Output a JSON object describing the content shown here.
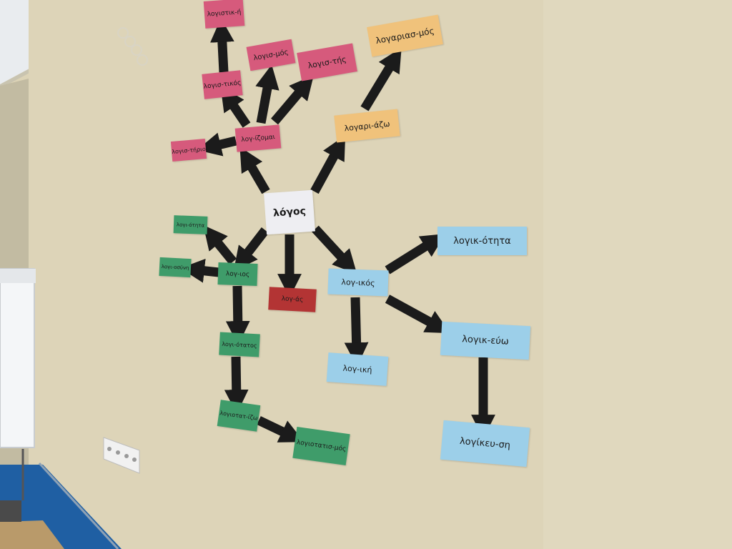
{
  "colors": {
    "wall": "#dcd3b6",
    "arrow": "#1b1b1b",
    "pink_card": "#d65a7c",
    "orange_card": "#f0c27b",
    "center_card": "#eeeef2",
    "green_card": "#3f9c6a",
    "red_card": "#b33434",
    "blue_card": "#9ccfe9",
    "floor": "#1f5fa3"
  },
  "cards": {
    "center": "λόγος",
    "pink_top": "λογιστικ-ή",
    "pink_tikos": "λογισ-τικός",
    "pink_mos": "λογισ-μός",
    "pink_tis": "λογισ-τής",
    "pink_izomai": "λογ-ίζομαι",
    "pink_tirio": "λογισ-τήριο",
    "orange_mos": "λογαριασ-μός",
    "orange_azo": "λογαρι-άζω",
    "green_otita": "λογι-ότητα",
    "green_osini": "λογι-οσύνη",
    "green_ios": "λογ-ιος",
    "green_otatos": "λογι-ότατος",
    "green_izo": "λογιοτατ-ίζω",
    "green_mos": "λογιοτατισ-μός",
    "red_as": "λογ-άς",
    "blue_otita": "λογικ-ότητα",
    "blue_ikos": "λογ-ικός",
    "blue_euo": "λογικ-εύω",
    "blue_iki": "λογ-ική",
    "blue_si": "λογίκευ-ση"
  }
}
